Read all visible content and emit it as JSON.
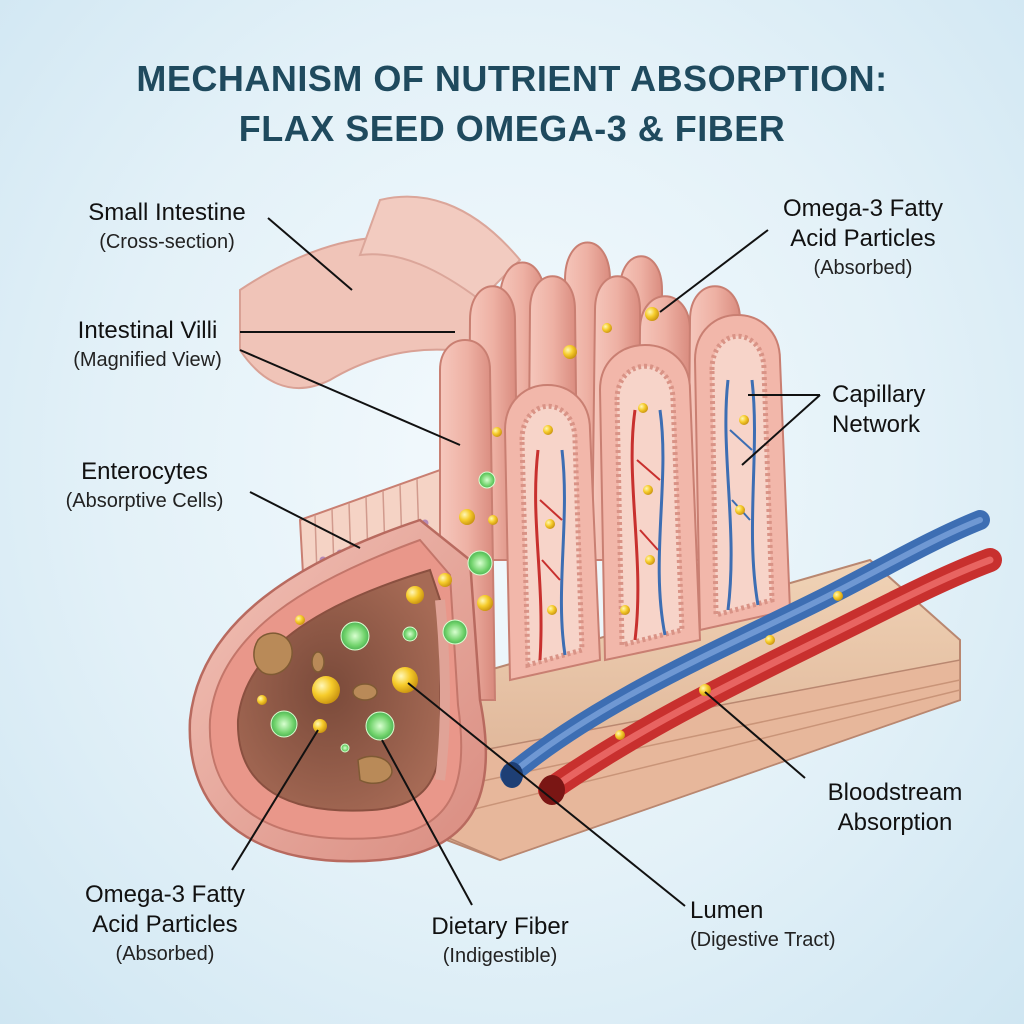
{
  "title": {
    "line1": "MECHANISM OF NUTRIENT ABSORPTION:",
    "line2": "FLAX SEED OMEGA-3 & FIBER"
  },
  "labels": {
    "small_intestine": {
      "name": "Small Intestine",
      "sub": "(Cross-section)"
    },
    "villi": {
      "name": "Intestinal Villi",
      "sub": "(Magnified View)"
    },
    "enterocytes": {
      "name": "Enterocytes",
      "sub": "(Absorptive Cells)"
    },
    "omega_top": {
      "name1": "Omega-3 Fatty",
      "name2": "Acid Particles",
      "sub": "(Absorbed)"
    },
    "capillary": {
      "name1": "Capillary",
      "name2": "Network"
    },
    "bloodstream": {
      "name1": "Bloodstream",
      "name2": "Absorption"
    },
    "omega_bottom": {
      "name1": "Omega-3 Fatty",
      "name2": "Acid Particles",
      "sub": "(Absorbed)"
    },
    "fiber": {
      "name": "Dietary Fiber",
      "sub": "(Indigestible)"
    },
    "lumen": {
      "name": "Lumen",
      "sub": "(Digestive Tract)"
    }
  },
  "colors": {
    "tissue": "#e8a79b",
    "tissue_dark": "#c9736a",
    "artery": "#c8302e",
    "vein": "#3d6eb3",
    "omega_particle": "#f4c21f",
    "fiber_particle": "#6fcf6a",
    "title": "#1f4a5e"
  }
}
